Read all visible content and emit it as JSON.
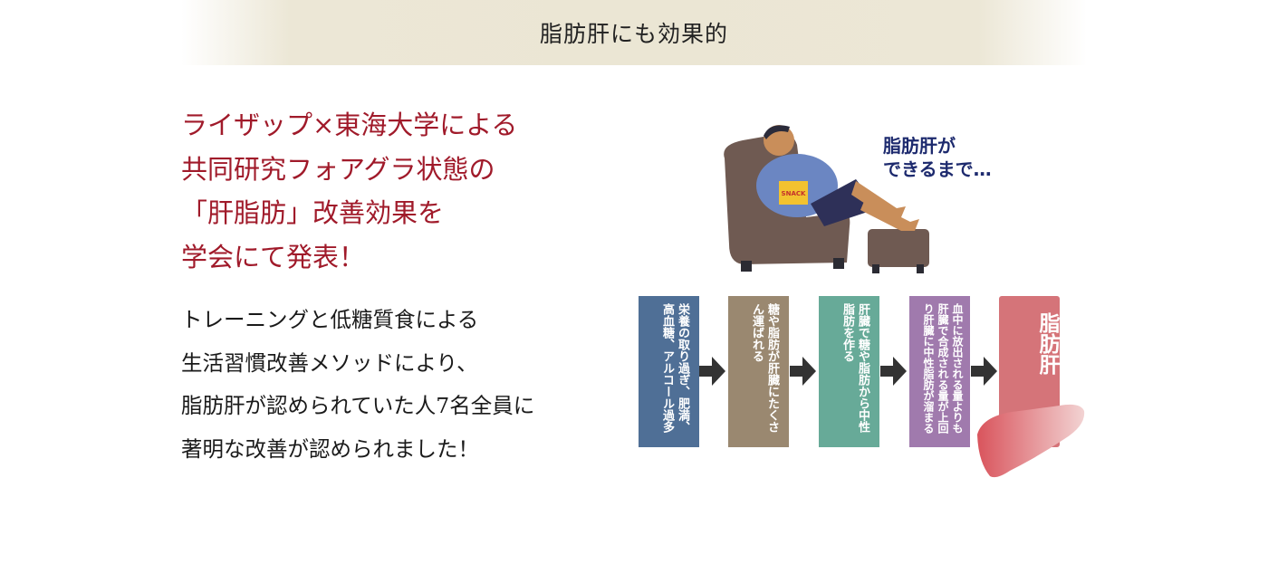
{
  "banner": {
    "title": "脂肪肝にも効果的"
  },
  "headline": {
    "lines": [
      "ライザップ×東海大学による",
      "共同研究フォアグラ状態の",
      "「肝脂肪」改善効果を",
      "学会にて発表！"
    ]
  },
  "body": {
    "lines": [
      "トレーニングと低糖質食による",
      "生活習慣改善メソッドにより、",
      "脂肪肝が認められていた人7名全員に",
      "著明な改善が認められました！"
    ]
  },
  "illustration": {
    "caption_line1": "脂肪肝が",
    "caption_line2": "できるまで…",
    "snack_label": "SNACK"
  },
  "flow": {
    "steps": [
      {
        "text": "栄養の取り過ぎ、肥満、高血糖、アルコール過多",
        "color": "#4f6f96"
      },
      {
        "text": "糖や脂肪が肝臓にたくさん運ばれる",
        "color": "#9a8870"
      },
      {
        "text": "肝臓で糖や脂肪から中性脂肪を作る",
        "color": "#67aa98"
      },
      {
        "text": "血中に放出される量よりも肝臓で合成される量が上回り肝臓に中性脂肪が溜まる",
        "color": "#a07aad"
      }
    ],
    "result": {
      "text": "脂肪肝",
      "color": "#d57479"
    }
  }
}
